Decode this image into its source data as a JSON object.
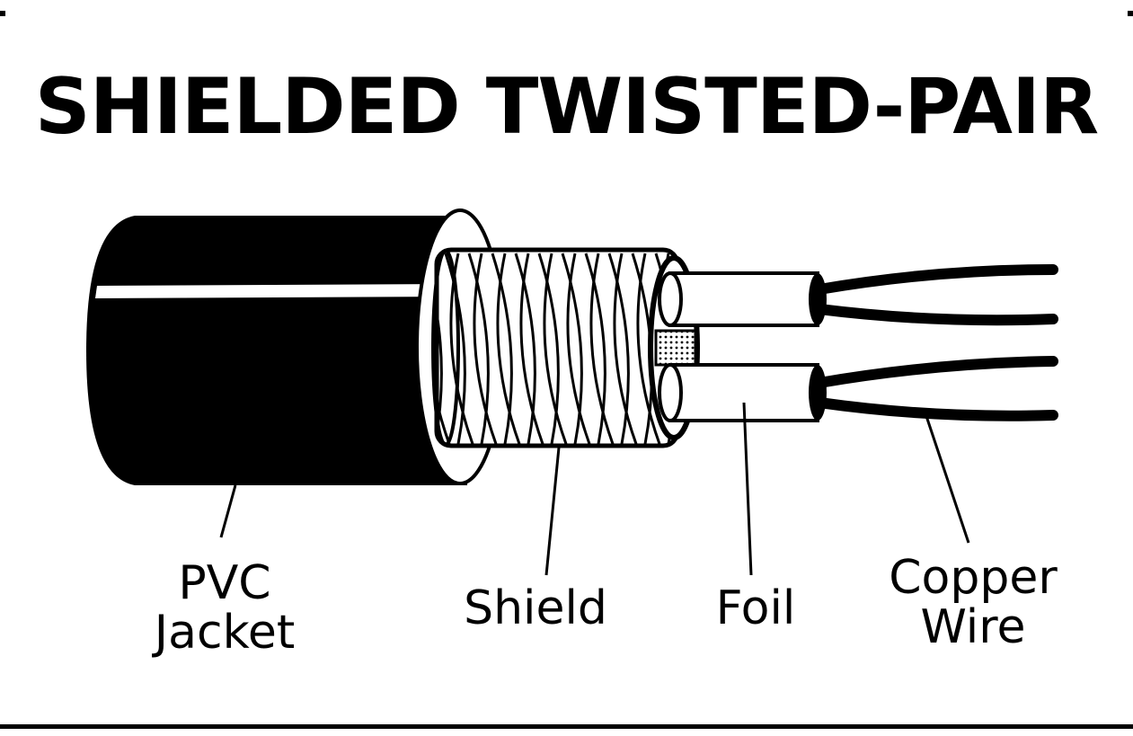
{
  "title": "SHIELDED TWISTED-PAIR",
  "labels": {
    "pvc_line1": "PVC",
    "pvc_line2": "Jacket",
    "shield": "Shield",
    "foil": "Foil",
    "copper_line1": "Copper",
    "copper_line2": "Wire"
  },
  "colors": {
    "ink": "#000000",
    "paper": "#ffffff",
    "foil_fill": "#d9d9d9"
  }
}
